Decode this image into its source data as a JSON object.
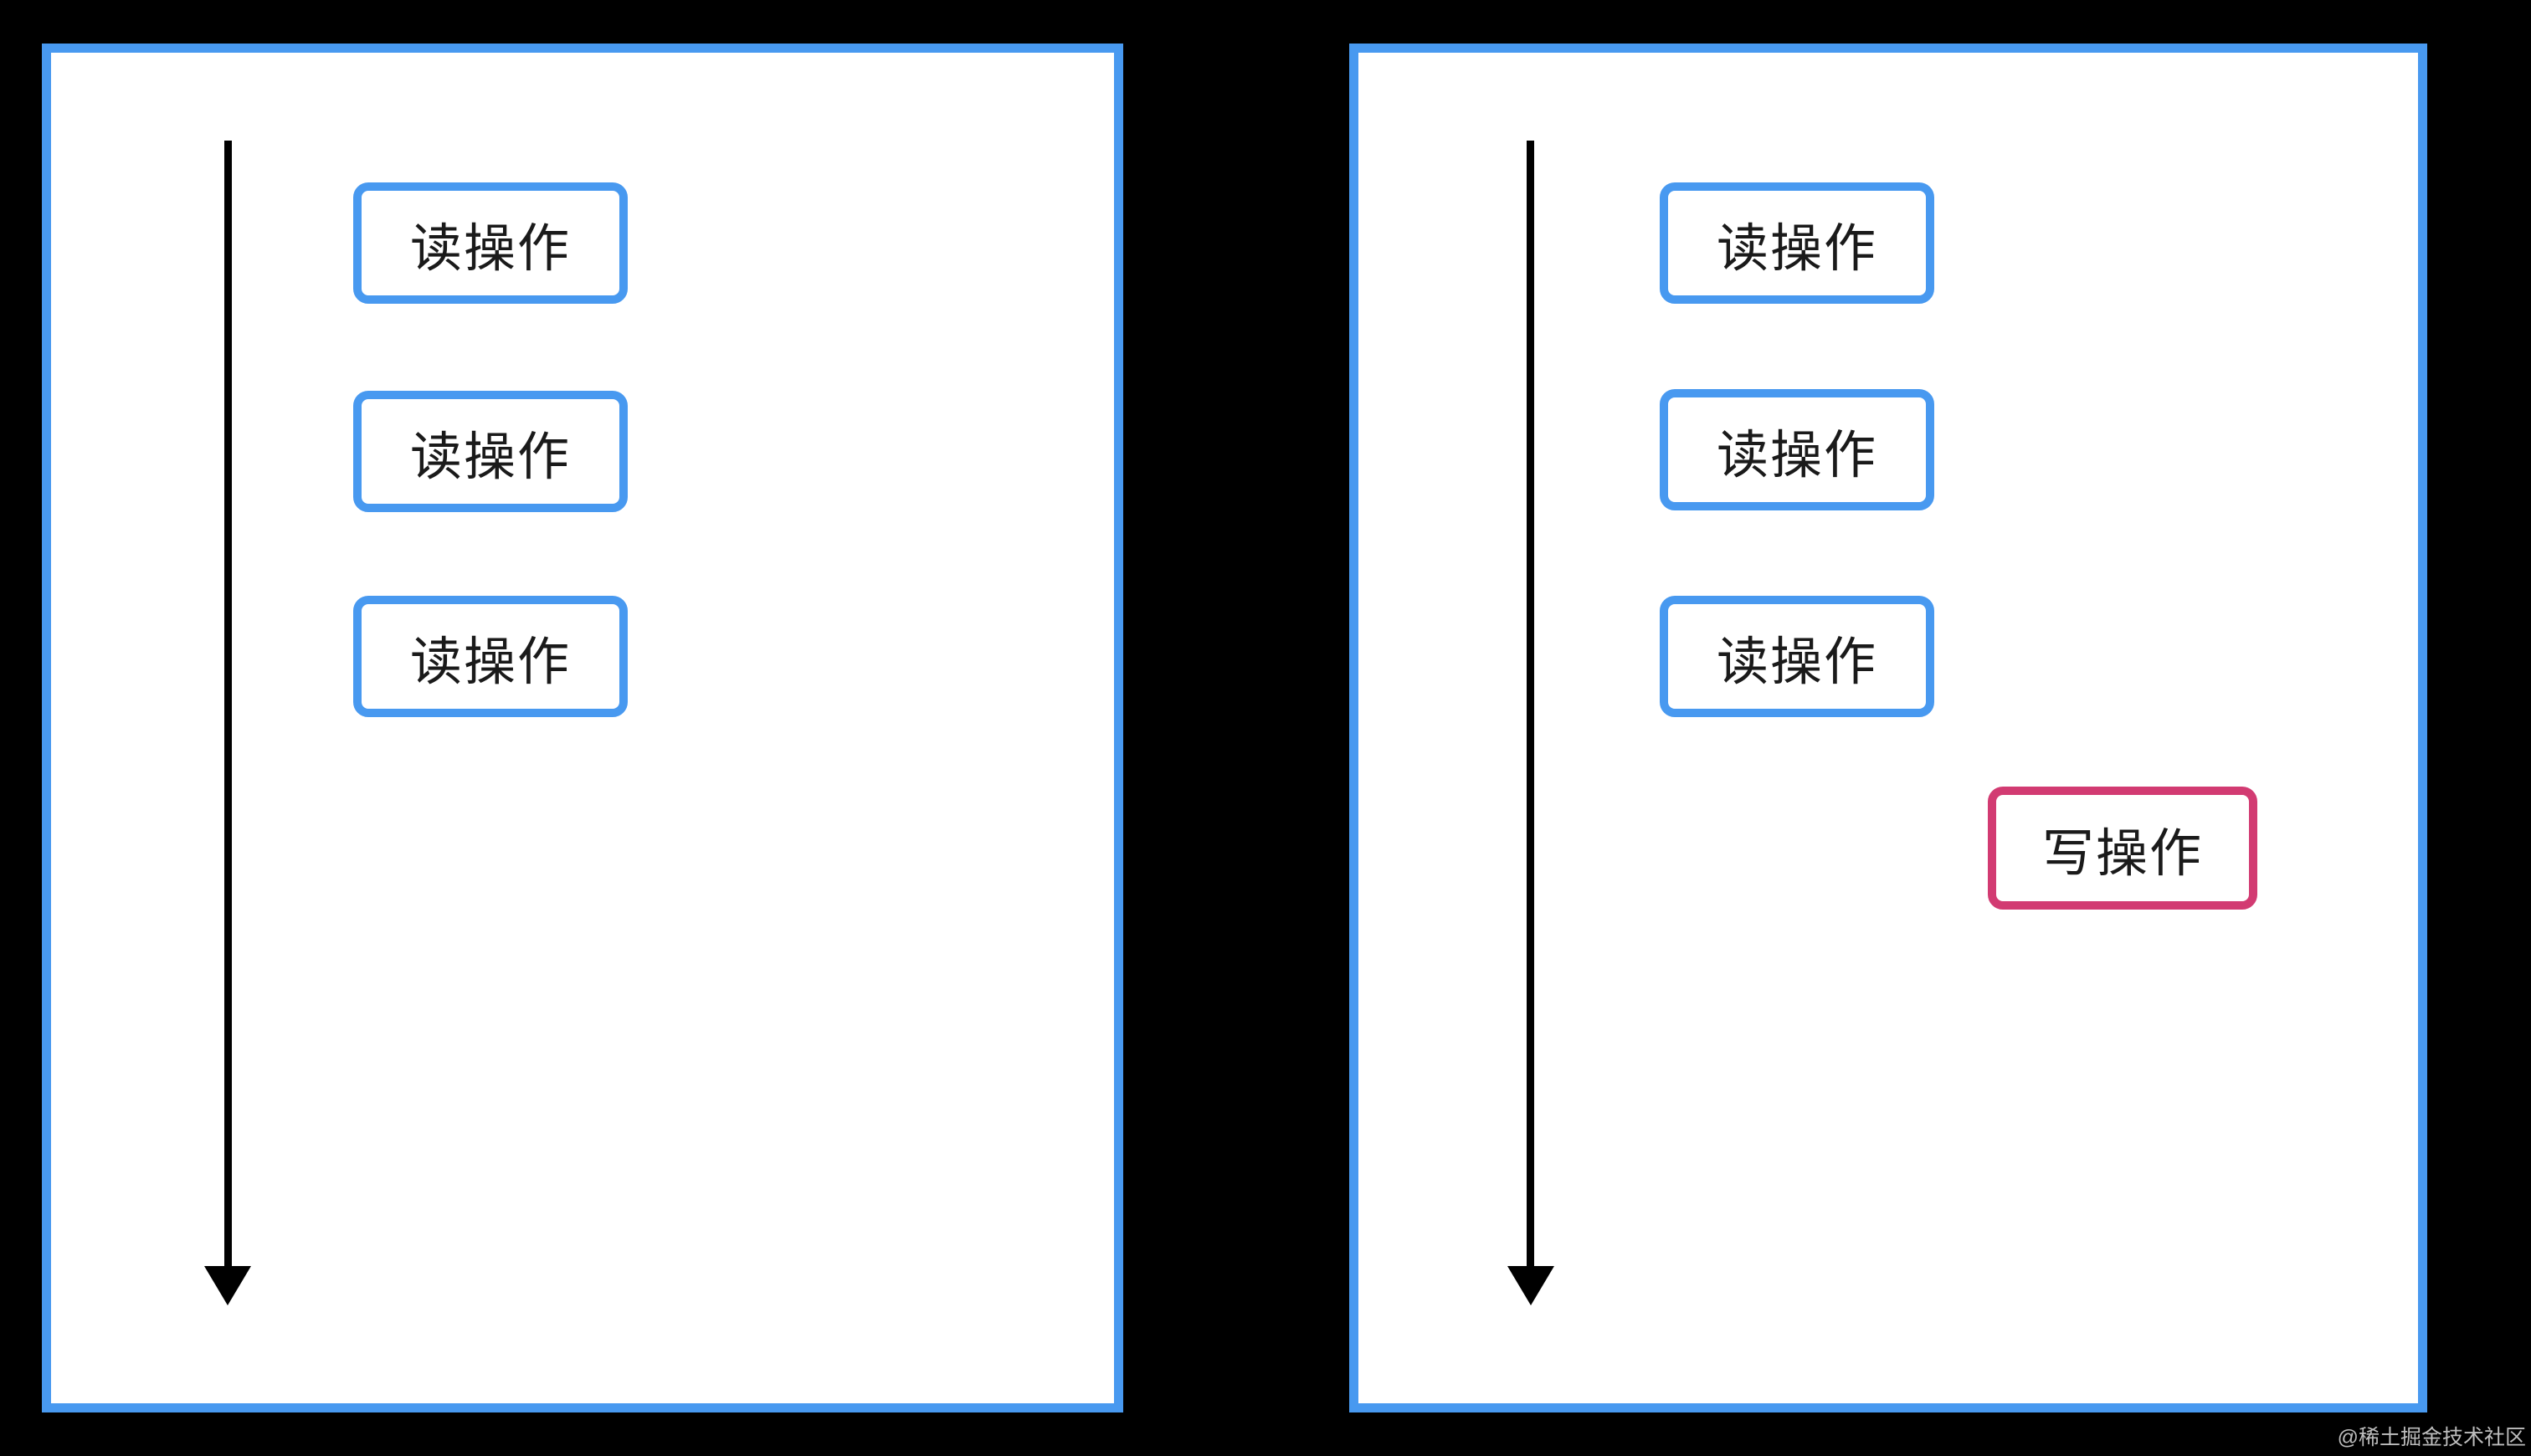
{
  "colors": {
    "background": "#000000",
    "panel_border": "#4899F0",
    "read_border": "#4899F0",
    "write_border": "#D23B72",
    "arrow": "#000000",
    "text": "#1A1A1A",
    "watermark": "#BDBDBD"
  },
  "left_panel": {
    "boxes": [
      {
        "label": "读操作"
      },
      {
        "label": "读操作"
      },
      {
        "label": "读操作"
      }
    ]
  },
  "right_panel": {
    "boxes": [
      {
        "label": "读操作"
      },
      {
        "label": "读操作"
      },
      {
        "label": "读操作"
      }
    ],
    "write_box": {
      "label": "写操作"
    }
  },
  "watermark": {
    "text": "@稀土掘金技术社区"
  }
}
